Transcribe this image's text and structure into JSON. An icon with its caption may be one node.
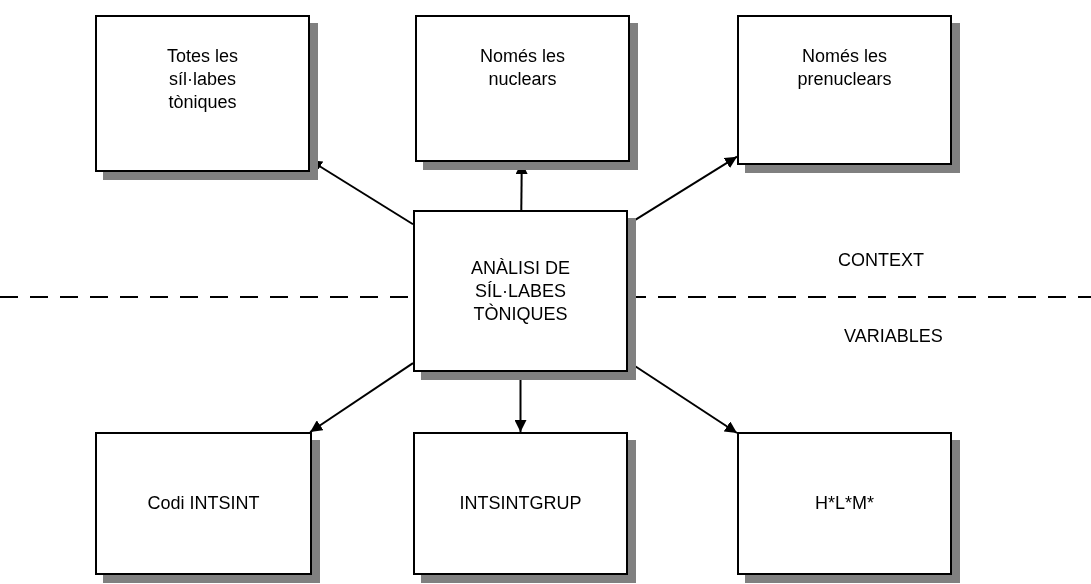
{
  "diagram": {
    "nodes": [
      {
        "text": [
          "Totes les síl·labes tòniques"
        ]
      },
      {
        "text": [
          "Només les nuclears"
        ]
      },
      {
        "text": [
          "Només les prenuclears"
        ]
      },
      {
        "text": [
          "ANÀLISI DE SÍL·LABES TÒNIQUES"
        ]
      },
      {
        "text": [
          "Codi INTSINT"
        ]
      },
      {
        "text": [
          "INTSINTGRUP"
        ]
      },
      {
        "text": [
          "H*L*M*"
        ]
      }
    ],
    "edges": [
      {
        "from": 3,
        "to": 0,
        "arrow": "to"
      },
      {
        "from": 3,
        "to": 1,
        "arrow": "to"
      },
      {
        "from": 3,
        "to": 2,
        "arrow": "to"
      },
      {
        "from": 3,
        "to": 4,
        "arrow": "to"
      },
      {
        "from": 3,
        "to": 5,
        "arrow": "to"
      },
      {
        "from": 3,
        "to": 6,
        "arrow": "to"
      }
    ],
    "labels": [
      "CONTEXT",
      "VARIABLES"
    ]
  }
}
